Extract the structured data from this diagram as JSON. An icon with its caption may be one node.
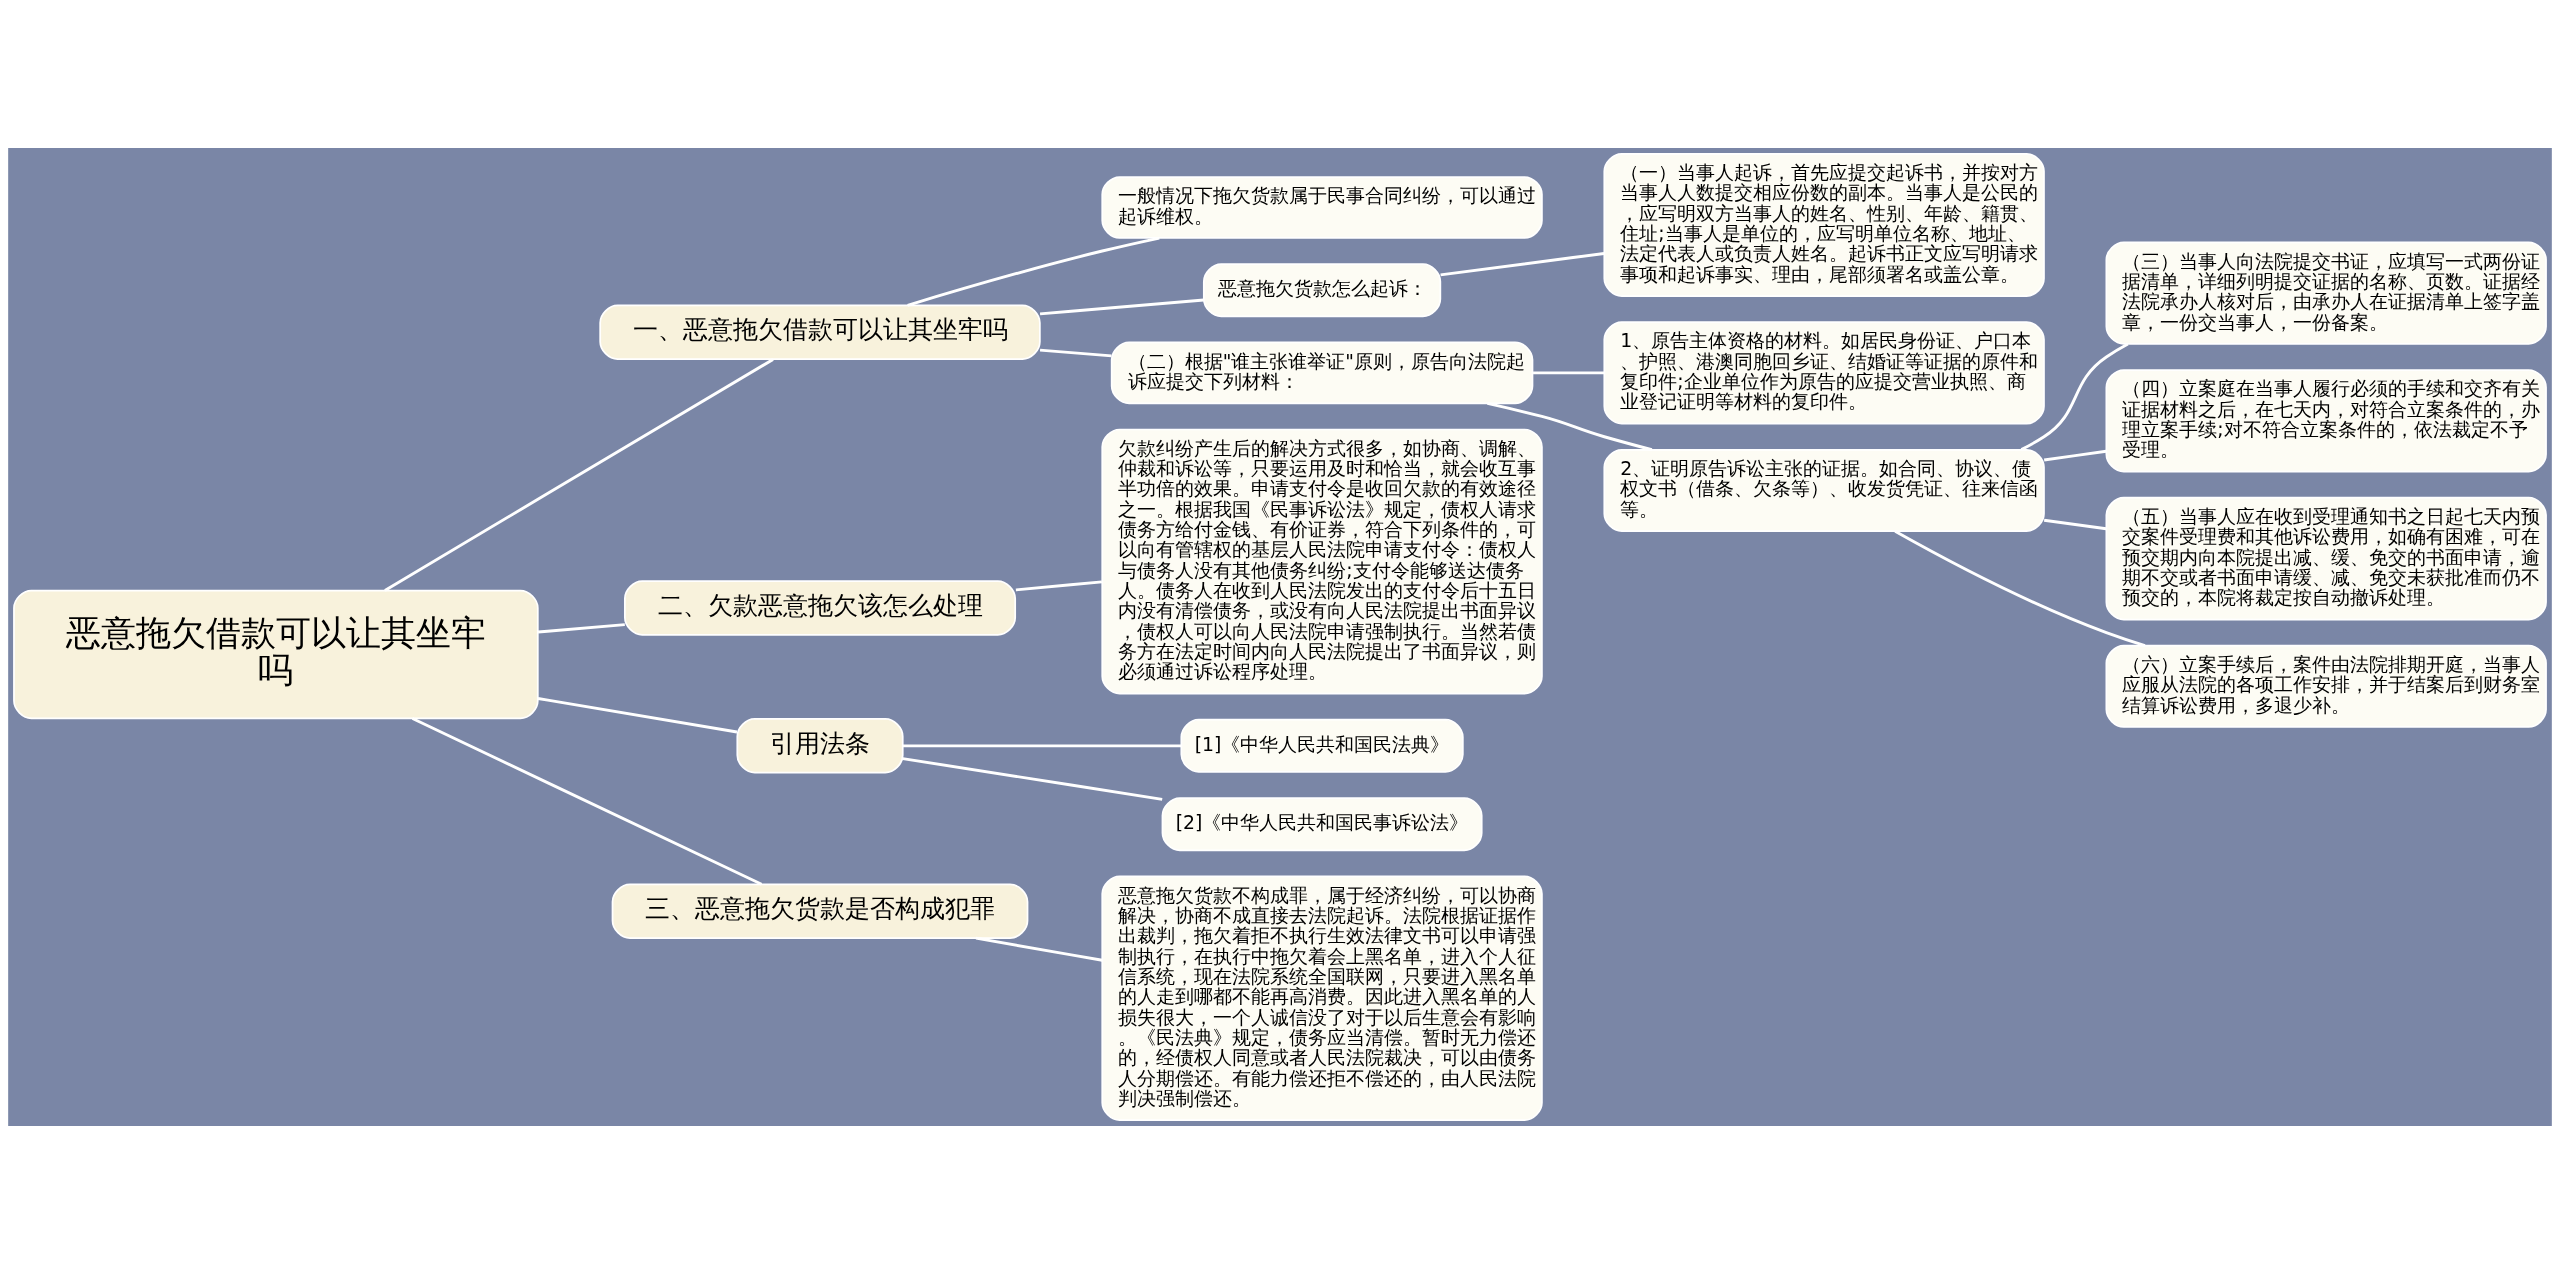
{
  "diagram": {
    "nodes": [
      {
        "text": [
          "恶意拖欠借款可以让其坐牢吗"
        ]
      },
      {
        "text": [
          "一、恶意拖欠借款可以让其坐牢吗"
        ]
      },
      {
        "text": [
          "一般情况下拖欠货款属于民事合同纠纷，可以通过起诉维权。"
        ]
      },
      {
        "text": [
          "恶意拖欠货款怎么起诉："
        ]
      },
      {
        "text": [
          "（一）当事人起诉，首先应提交起诉书，并按对方当事人人数提交相应份数的副本。当事人是公民的，应写明双方当事人的姓名、性别、年龄、籍贯、住址;当事人是单位的，应写明单位名称、地址、法定代表人或负责人姓名。起诉书正文应写明请求事项和起诉事实、理由，尾部须署名或盖公章。"
        ]
      },
      {
        "text": [
          "（二）根据\"谁主张谁举证\"原则，原告向法院起诉应提交下列材料："
        ]
      },
      {
        "text": [
          "1、原告主体资格的材料。如居民身份证、户口本、护照、港澳同胞回乡证、结婚证等证据的原件和复印件;企业单位作为原告的应提交营业执照、商业登记证明等材料的复印件。"
        ]
      },
      {
        "text": [
          "2、证明原告诉讼主张的证据。如合同、协议、债权文书（借条、欠条等）、收发货凭证、往来信函等。"
        ]
      },
      {
        "text": [
          "（三）当事人向法院提交书证，应填写一式两份证据清单，详细列明提交证据的名称、页数。证据经法院承办人核对后，由承办人在证据清单上签字盖章，一份交当事人，一份备案。"
        ]
      },
      {
        "text": [
          "（四）立案庭在当事人履行必须的手续和交齐有关证据材料之后，在七天内，对符合立案条件的，办理立案手续;对不符合立案条件的，依法裁定不予受理。"
        ]
      },
      {
        "text": [
          "（五）当事人应在收到受理通知书之日起七天内预交案件受理费和其他诉讼费用，如确有困难，可在预交期内向本院提出减、缓、免交的书面申请，逾期不交或者书面申请缓、减、免交未获批准而仍不预交的，本院将裁定按自动撤诉处理。"
        ]
      },
      {
        "text": [
          "（六）立案手续后，案件由法院排期开庭，当事人应服从法院的各项工作安排，并于结案后到财务室结算诉讼费用，多退少补。"
        ]
      },
      {
        "text": [
          "二、欠款恶意拖欠该怎么处理"
        ]
      },
      {
        "text": [
          "欠款纠纷产生后的解决方式很多，如协商、调解、仲裁和诉讼等，只要运用及时和恰当，就会收互事半功倍的效果。申请支付令是收回欠款的有效途径之一。根据我国《民事诉讼法》规定，债权人请求债务方给付金钱、有价证券，符合下列条件的，可以向有管辖权的基层人民法院申请支付令：债权人与债务人没有其他债务纠纷;支付令能够送达债务人。债务人在收到人民法院发出的支付令后十五日内没有清偿债务，或没有向人民法院提出书面异议，债权人可以向人民法院申请强制执行。当然若债务方在法定时间内向人民法院提出了书面异议，则必须通过诉讼程序处理。"
        ]
      },
      {
        "text": [
          "引用法条"
        ]
      },
      {
        "text": [
          "[1]《中华人民共和国民法典》"
        ]
      },
      {
        "text": [
          "[2]《中华人民共和国民事诉讼法》"
        ]
      },
      {
        "text": [
          "三、恶意拖欠货款是否构成犯罪"
        ]
      },
      {
        "text": [
          "恶意拖欠货款不构成罪，属于经济纠纷，可以协商解决，协商不成直接去法院起诉。法院根据证据作出裁判，拖欠着拒不执行生效法律文书可以申请强制执行，在执行中拖欠着会上黑名单，进入个人征信系统，现在法院系统全国联网，只要进入黑名单的人走到哪都不能再高消费。因此进入黑名单的人损失很大，一个人诚信没了对于以后生意会有影响。《民法典》规定，债务应当清偿。暂时无力偿还的，经债权人同意或者人民法院裁决，可以由债务人分期偿还。有能力偿还拒不偿还的，由人民法院判决强制偿还。"
        ]
      }
    ],
    "edges": [
      {
        "from": 0,
        "to": 1,
        "arrow": "none"
      },
      {
        "from": 1,
        "to": 2,
        "arrow": "none"
      },
      {
        "from": 1,
        "to": 3,
        "arrow": "none"
      },
      {
        "from": 3,
        "to": 4,
        "arrow": "none"
      },
      {
        "from": 1,
        "to": 5,
        "arrow": "none"
      },
      {
        "from": 5,
        "to": 6,
        "arrow": "none"
      },
      {
        "from": 5,
        "to": 7,
        "arrow": "none"
      },
      {
        "from": 7,
        "to": 8,
        "arrow": "none"
      },
      {
        "from": 7,
        "to": 9,
        "arrow": "none"
      },
      {
        "from": 7,
        "to": 10,
        "arrow": "none"
      },
      {
        "from": 7,
        "to": 11,
        "arrow": "none"
      },
      {
        "from": 0,
        "to": 12,
        "arrow": "none"
      },
      {
        "from": 12,
        "to": 13,
        "arrow": "none"
      },
      {
        "from": 0,
        "to": 14,
        "arrow": "none"
      },
      {
        "from": 14,
        "to": 15,
        "arrow": "none"
      },
      {
        "from": 14,
        "to": 16,
        "arrow": "none"
      },
      {
        "from": 0,
        "to": 17,
        "arrow": "none"
      },
      {
        "from": 17,
        "to": 18,
        "arrow": "none"
      }
    ]
  }
}
